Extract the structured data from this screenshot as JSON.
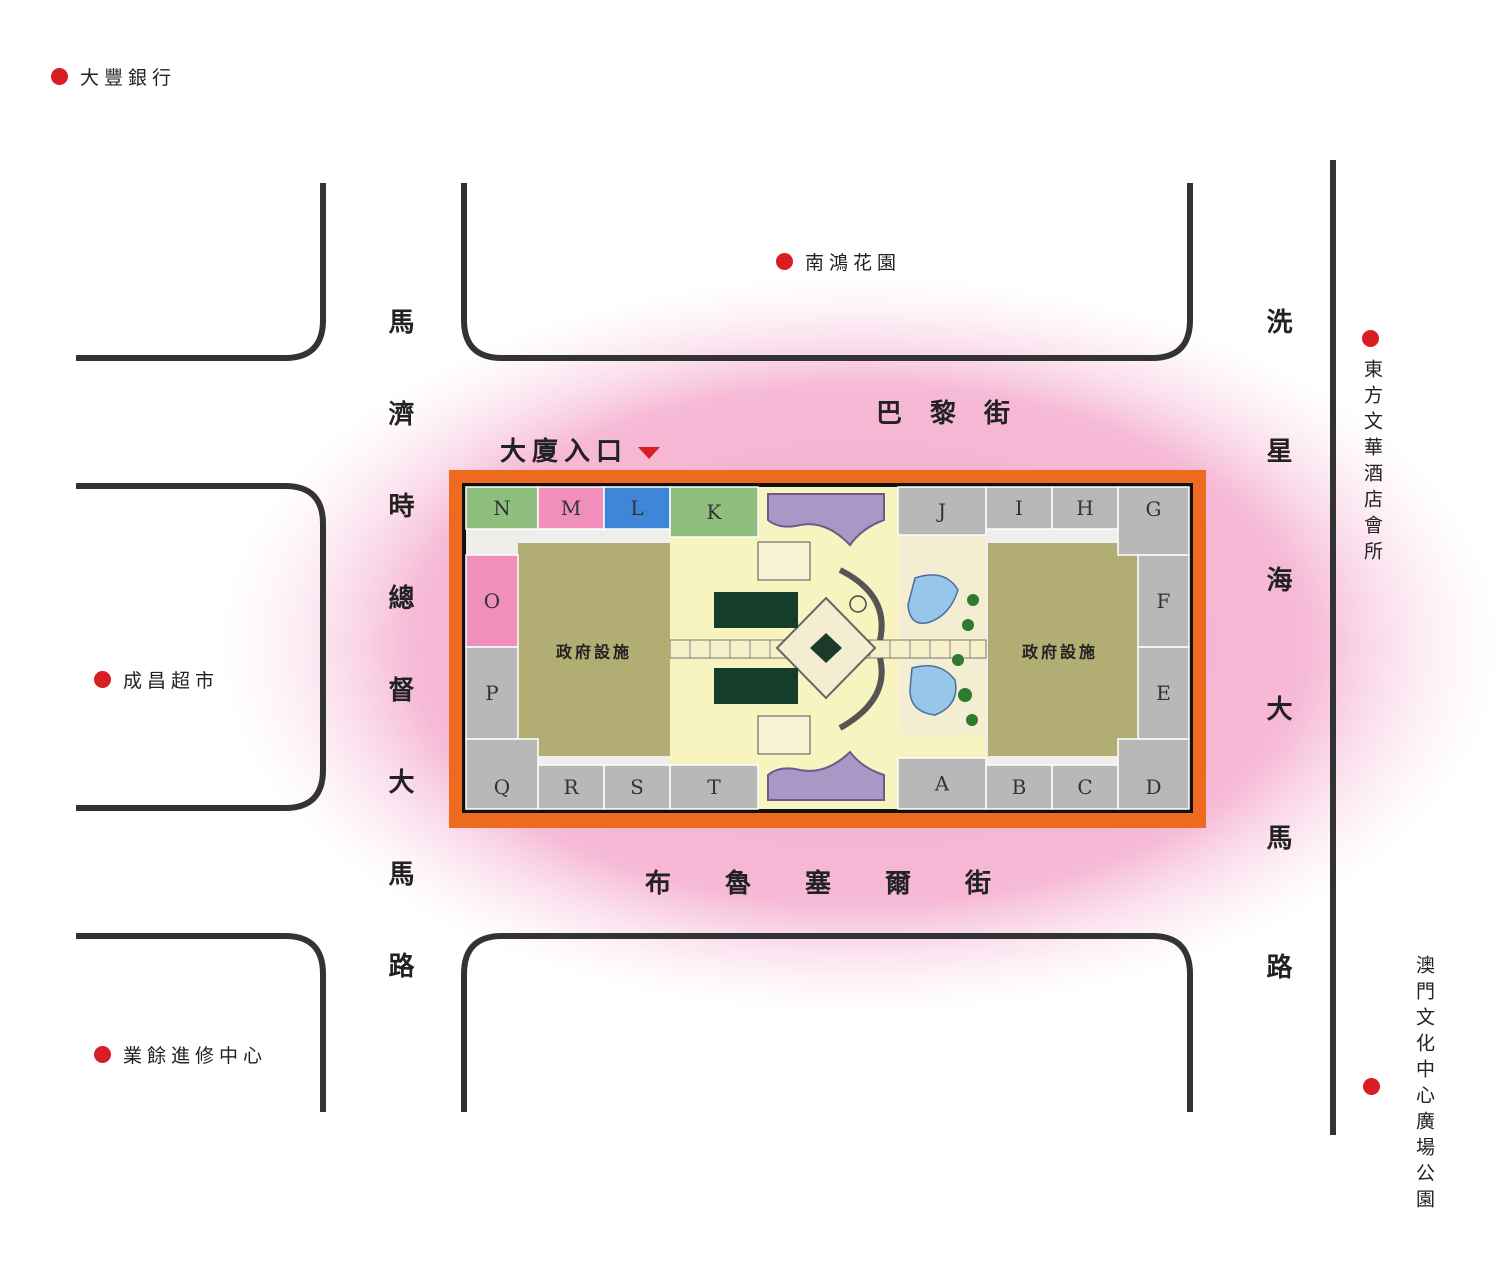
{
  "roads": {
    "west": "馬濟時總督大馬路",
    "east": "洗星海大馬路",
    "north": "巴黎街",
    "south": "布魯塞爾街"
  },
  "entrance": {
    "label": "大廈入口",
    "arrow_icon": "triangle-down-icon",
    "color": "#d81e24"
  },
  "pois": {
    "bank": "大豐銀行",
    "garden": "南鴻花園",
    "supermarket": "成昌超市",
    "education": "業餘進修中心",
    "hotel": "東方文華酒店會所",
    "cultural_plaza": "澳門文化中心廣場公園"
  },
  "building": {
    "gov_facility_left": "政府設施",
    "gov_facility_right": "政府設施",
    "units": {
      "N": "N",
      "M": "M",
      "L": "L",
      "K": "K",
      "J": "J",
      "I": "I",
      "H": "H",
      "G": "G",
      "O": "O",
      "P": "P",
      "F": "F",
      "E": "E",
      "Q": "Q",
      "R": "R",
      "S": "S",
      "T": "T",
      "A": "A",
      "B": "B",
      "C": "C",
      "D": "D"
    }
  },
  "colors": {
    "highlight": "#f6b9d6",
    "site_border": "#ee6a1e",
    "poi_dot": "#d81e24",
    "unit_green": "#8fbf7f",
    "unit_pink": "#f08fbc",
    "unit_blue": "#3f86d8",
    "unit_gray": "#b8b8b8",
    "gov_facility": "#b2ad73",
    "courtyard": "#f8f4bf"
  }
}
